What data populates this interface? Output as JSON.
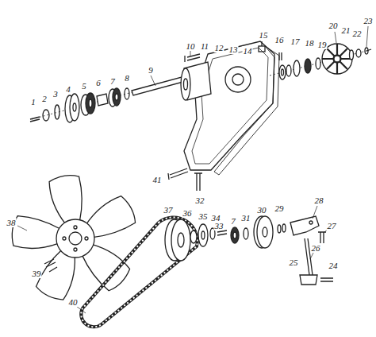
{
  "diagram": {
    "labels": [
      "1",
      "2",
      "3",
      "4",
      "5",
      "6",
      "7",
      "8",
      "9",
      "10",
      "11",
      "12",
      "13",
      "14",
      "15",
      "16",
      "17",
      "18",
      "19",
      "20",
      "21",
      "22",
      "23",
      "41",
      "32",
      "38",
      "39",
      "40",
      "37",
      "36",
      "35",
      "34",
      "33",
      "7",
      "31",
      "30",
      "29",
      "28",
      "27",
      "26",
      "25",
      "24"
    ]
  }
}
